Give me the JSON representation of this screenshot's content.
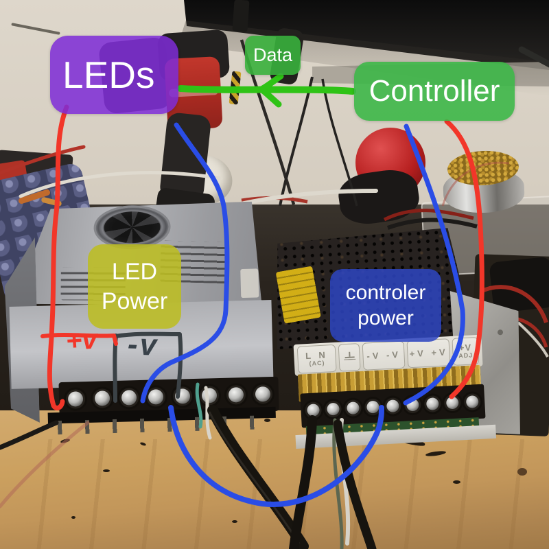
{
  "overlay": {
    "boxes": {
      "leds": {
        "label": "LEDs",
        "bg": "#7e2cd6"
      },
      "data": {
        "label": "Data",
        "bg": "#38b03c"
      },
      "controller": {
        "label": "Controller",
        "bg": "#3db748"
      },
      "led_power": {
        "line1": "LED",
        "line2": "Power",
        "bg": "#bcbd22"
      },
      "controller_power": {
        "line1": "controler",
        "line2": "power",
        "bg": "#2e45c2"
      }
    },
    "handwriting": {
      "plus_v": "+v",
      "minus_v": "-v"
    },
    "stroke_colors": {
      "red": "#f23629",
      "blue": "#2a4de6",
      "green": "#2fc316",
      "dark_marker": "#3b4246"
    }
  },
  "controller_psu": {
    "terminal_groups": [
      {
        "top": "L N",
        "bottom": "(AC)"
      },
      {
        "top": "",
        "bottom": "",
        "icon": "earth-ground"
      },
      {
        "top": "-V -V",
        "bottom": ""
      },
      {
        "top": "+V +V",
        "bottom": ""
      },
      {
        "top": "+V",
        "bottom": "ADJ"
      }
    ]
  }
}
